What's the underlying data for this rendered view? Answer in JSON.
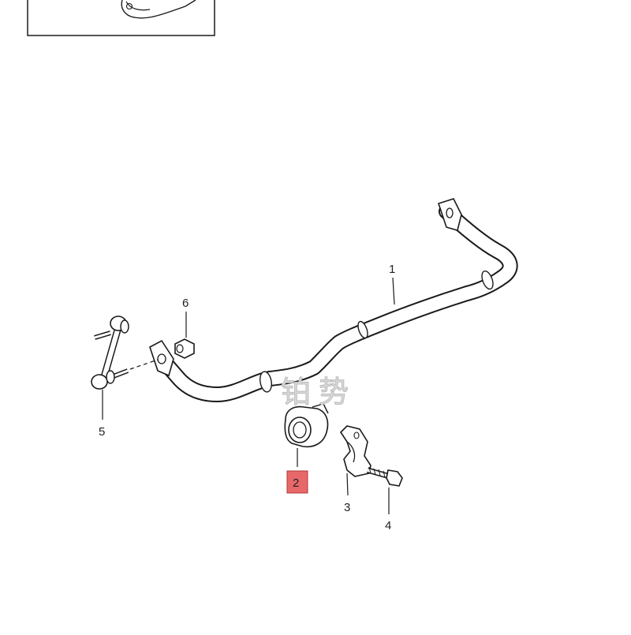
{
  "callouts": [
    {
      "id": "1",
      "label": "1",
      "highlight": false
    },
    {
      "id": "2",
      "label": "2",
      "highlight": true
    },
    {
      "id": "3",
      "label": "3",
      "highlight": false
    },
    {
      "id": "4",
      "label": "4",
      "highlight": false
    },
    {
      "id": "5",
      "label": "5",
      "highlight": false
    },
    {
      "id": "6",
      "label": "6",
      "highlight": false
    }
  ],
  "watermark": "铂势",
  "colors": {
    "line": "#1a1a1a",
    "highlight_fill": "#e8686a",
    "highlight_border": "#b03a3a",
    "watermark": "#d9d9d9"
  }
}
